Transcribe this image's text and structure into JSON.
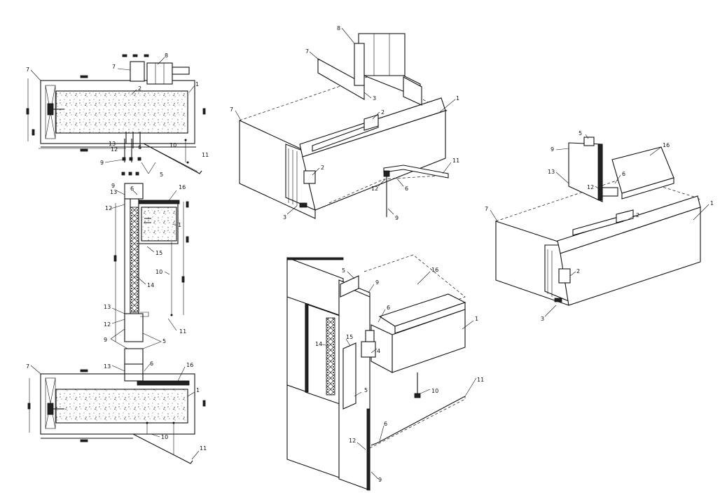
{
  "callouts": {
    "plan_top": [
      "7",
      "7",
      "8",
      "2",
      "1",
      "13",
      "12",
      "6",
      "10",
      "11",
      "9",
      "5"
    ],
    "section_mid": [
      "9",
      "13",
      "6",
      "16",
      "12",
      "1",
      "15",
      "14",
      "10",
      "13",
      "12",
      "11"
    ],
    "plan_bottom": [
      "9",
      "5",
      "13",
      "6",
      "16",
      "7",
      "1",
      "10",
      "11"
    ],
    "iso_top": [
      "8",
      "7",
      "3",
      "2",
      "1",
      "7",
      "2",
      "3",
      "11",
      "12",
      "6",
      "9"
    ],
    "iso_right": [
      "5",
      "16",
      "9",
      "13",
      "6",
      "12",
      "7",
      "2",
      "1",
      "2",
      "3"
    ],
    "iso_bottom": [
      "5",
      "9",
      "16",
      "6",
      "1",
      "14",
      "15",
      "4",
      "5",
      "10",
      "11",
      "6",
      "12",
      "9"
    ]
  }
}
